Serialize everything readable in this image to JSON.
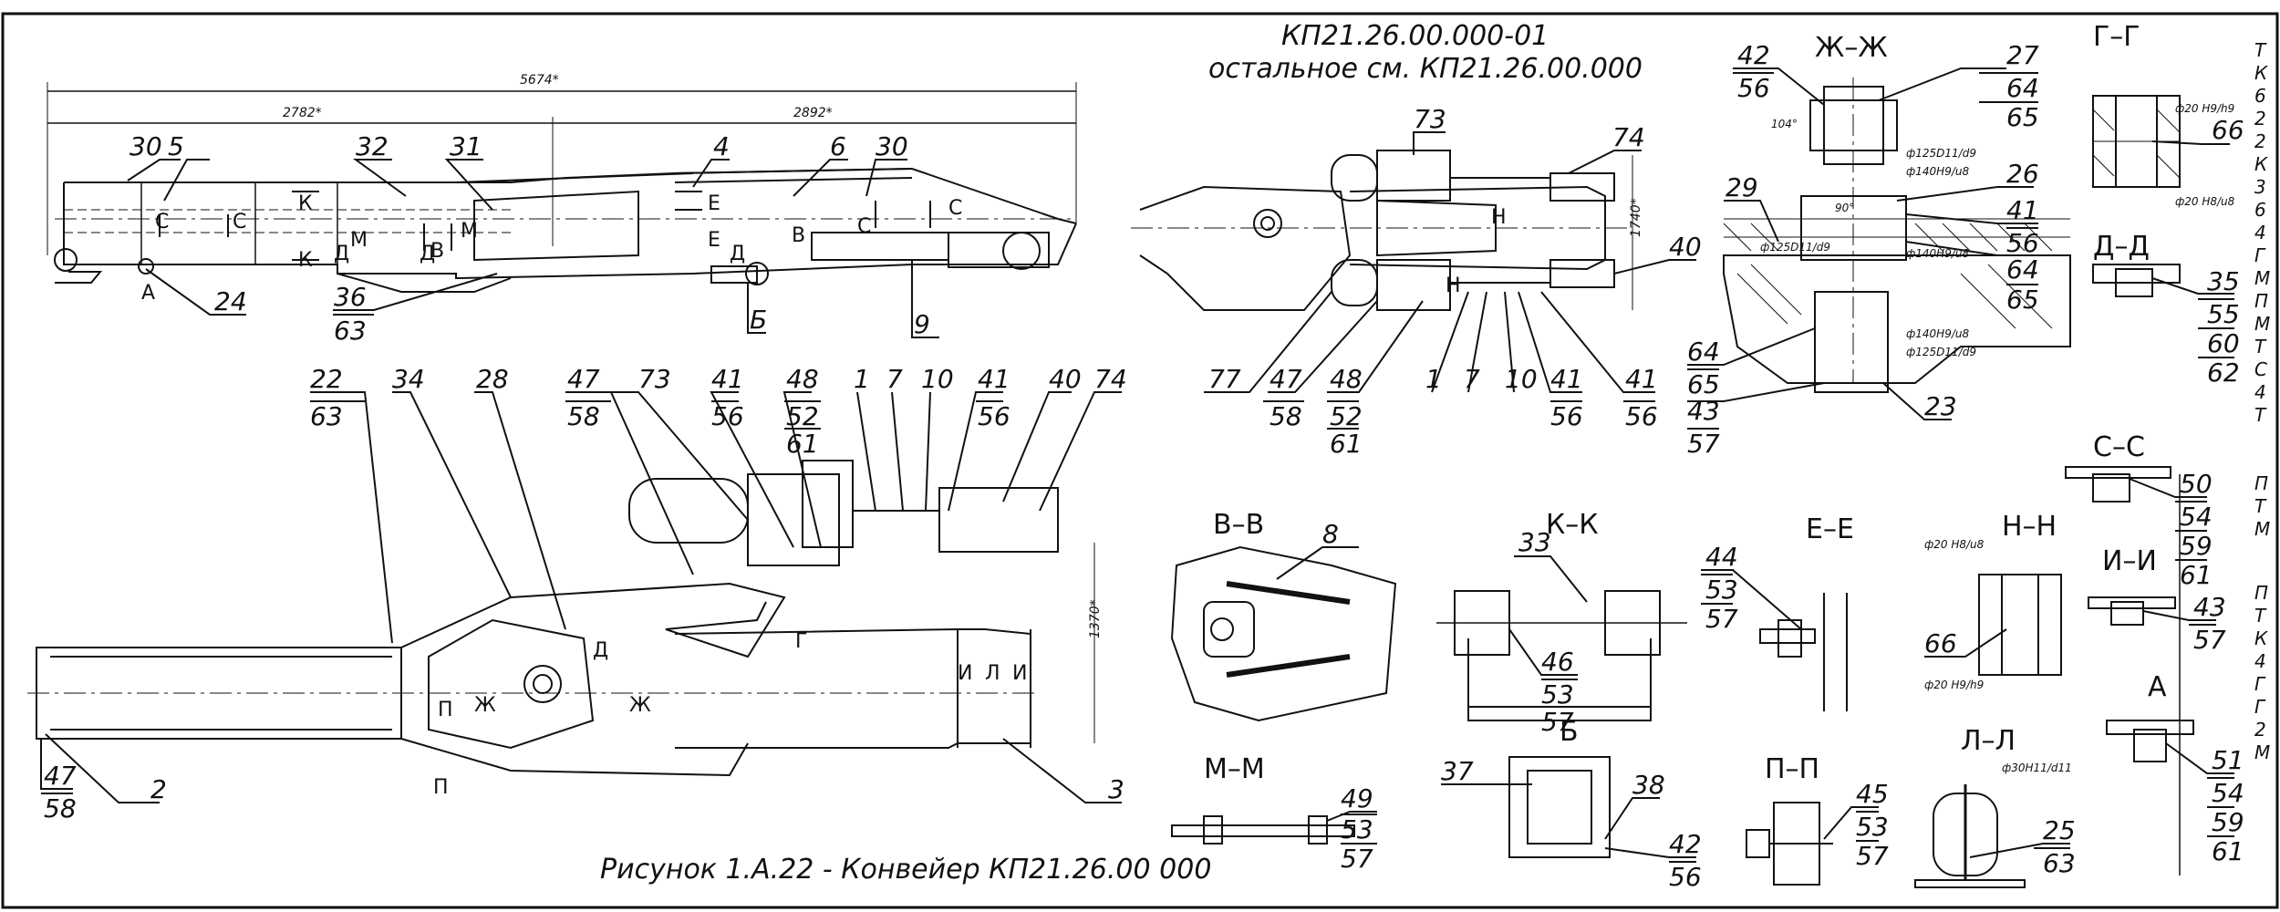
{
  "drawing": {
    "title_line1": "КП21.26.00.000-01",
    "title_line2": "остальное см. КП21.26.00.000",
    "caption": "Рисунок 1.А.22 - Конвейер КП21.26.00 000"
  },
  "dimensions": {
    "overall_length": "5674*",
    "left_length": "2782*",
    "right_length": "2892*",
    "plan_width": "1370*",
    "top_width": "1740*"
  },
  "section_titles": [
    "Ж–Ж",
    "Г–Г",
    "Д–Д",
    "С–С",
    "В–В",
    "К–К",
    "Е–Е",
    "Н–Н",
    "И–И",
    "М–М",
    "Б",
    "П–П",
    "Л–Л",
    "А"
  ],
  "fit_notes": [
    "ф20 H9/h9",
    "ф20 H8/u8",
    "ф125D11/d9",
    "ф140H9/u8",
    "ф30H11/d11",
    "90°",
    "104°"
  ],
  "balloons": {
    "side_view": [
      "30",
      "5",
      "32",
      "31",
      "4",
      "6",
      "30",
      "24",
      "36",
      "63",
      "9",
      "Б"
    ],
    "plan_view": [
      "22",
      "63",
      "34",
      "28",
      "47",
      "58",
      "73",
      "41",
      "56",
      "48",
      "52",
      "61",
      "1",
      "7",
      "10",
      "41",
      "56",
      "40",
      "74",
      "2",
      "47",
      "58",
      "3"
    ],
    "top_view": [
      "73",
      "74",
      "29",
      "40",
      "77",
      "47",
      "58",
      "48",
      "52",
      "61",
      "1",
      "7",
      "10",
      "41",
      "56",
      "41",
      "56"
    ],
    "section_zh": [
      "42",
      "56",
      "27",
      "64",
      "65",
      "26",
      "41",
      "56",
      "64",
      "65",
      "64",
      "65",
      "43",
      "57",
      "23"
    ],
    "sections_small": [
      "66",
      "35",
      "55",
      "60",
      "62",
      "50",
      "54",
      "59",
      "61",
      "43",
      "57",
      "51",
      "54",
      "59",
      "61",
      "8",
      "33",
      "46",
      "53",
      "57",
      "44",
      "53",
      "57",
      "66",
      "49",
      "53",
      "57",
      "37",
      "38",
      "42",
      "56",
      "45",
      "53",
      "57",
      "25",
      "63"
    ]
  },
  "side_notes": [
    "Т",
    "К",
    "6",
    "2",
    "2",
    "К",
    "3",
    "6",
    "4",
    "Г",
    "М",
    "П",
    "М",
    "Т",
    "С",
    "4",
    "Т",
    "П",
    "Т",
    "М",
    "П",
    "Т",
    "К",
    "4",
    "Г",
    "Г",
    "2",
    "М"
  ]
}
